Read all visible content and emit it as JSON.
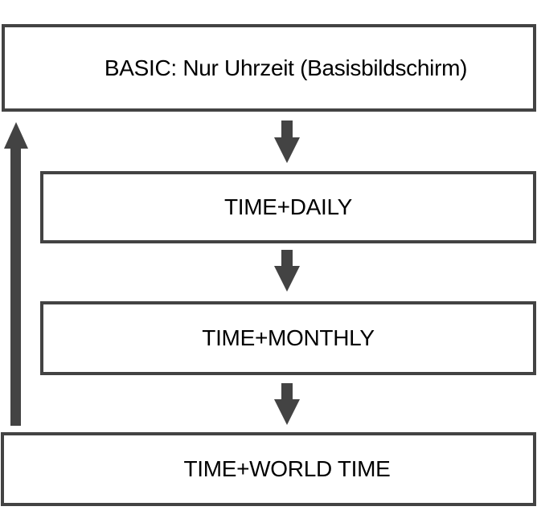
{
  "diagram": {
    "nodes": [
      {
        "label": "BASIC: Nur Uhrzeit (Basisbildschirm)"
      },
      {
        "label": "TIME+DAILY"
      },
      {
        "label": "TIME+MONTHLY"
      },
      {
        "label": "TIME+WORLD TIME"
      }
    ],
    "colors": {
      "line": "#434343",
      "text": "#000000",
      "background": "#ffffff"
    }
  }
}
